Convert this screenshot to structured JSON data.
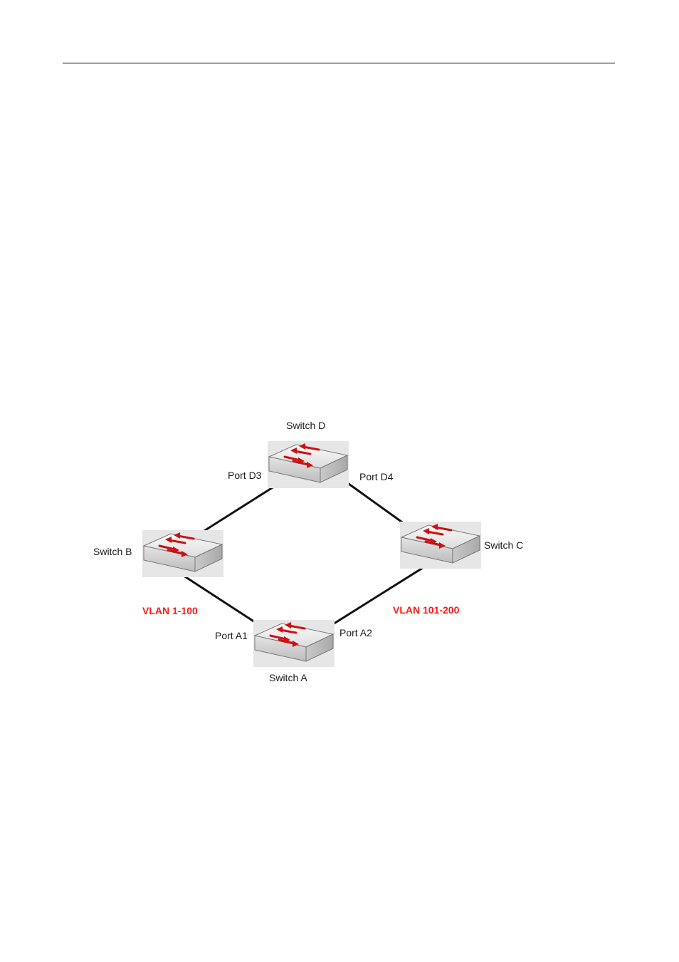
{
  "switches": {
    "d": {
      "name": "Switch D"
    },
    "b": {
      "name": "Switch B"
    },
    "c": {
      "name": "Switch C"
    },
    "a": {
      "name": "Switch A"
    }
  },
  "ports": {
    "d3": "Port D3",
    "d4": "Port D4",
    "a1": "Port A1",
    "a2": "Port A2"
  },
  "vlans": {
    "left": "VLAN 1-100",
    "right": "VLAN 101-200"
  },
  "colors": {
    "vlan_label": "#ff1a1a",
    "link": "#111111",
    "arrow": "#cc1111"
  },
  "icons": {
    "switch": "network-switch-icon"
  }
}
